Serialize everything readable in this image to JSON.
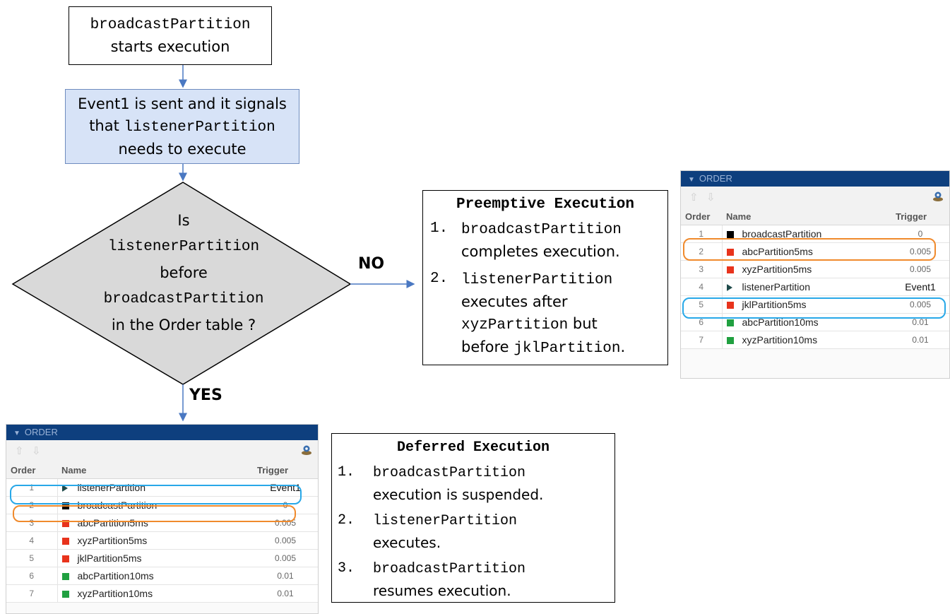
{
  "flowchart": {
    "start_box": {
      "line1": "broadcastPartition",
      "line2": "starts execution"
    },
    "event_box": {
      "line1": "Event1 is sent and it signals",
      "line2_prefix": "that ",
      "line2_code": "listenerPartition",
      "line3": "needs to execute"
    },
    "decision": {
      "line1": "Is",
      "line2": "listenerPartition",
      "line3": "before",
      "line4": "broadcastPartition",
      "line5": "in the Order table ?"
    },
    "no_label": "NO",
    "yes_label": "YES"
  },
  "preemptive": {
    "title": "Preemptive Execution",
    "items": [
      {
        "num": "1.",
        "code": "broadcastPartition",
        "text": "completes execution."
      },
      {
        "num": "2.",
        "code": "listenerPartition",
        "text_a": "executes after",
        "code_b": "xyzPartition",
        "text_b": " but",
        "text_c": "before ",
        "code_c": "jklPartition",
        "text_d": "."
      }
    ]
  },
  "deferred": {
    "title": "Deferred Execution",
    "items": [
      {
        "num": "1.",
        "code": "broadcastPartition",
        "text": "execution is suspended."
      },
      {
        "num": "2.",
        "code": "listenerPartition",
        "text": "executes."
      },
      {
        "num": "3.",
        "code": "broadcastPartition",
        "text": "resumes execution."
      }
    ]
  },
  "order_table_right": {
    "header": "ORDER",
    "columns": [
      "Order",
      "Name",
      "Trigger"
    ],
    "rows": [
      {
        "order": "1",
        "name": "broadcastPartition",
        "trigger": "0",
        "icon": "black-square-icon"
      },
      {
        "order": "2",
        "name": "abcPartition5ms",
        "trigger": "0.005",
        "icon": "red-square-icon"
      },
      {
        "order": "3",
        "name": "xyzPartition5ms",
        "trigger": "0.005",
        "icon": "red-square-icon"
      },
      {
        "order": "4",
        "name": "listenerPartition",
        "trigger": "Event1",
        "icon": "play-icon"
      },
      {
        "order": "5",
        "name": "jklPartition5ms",
        "trigger": "0.005",
        "icon": "red-square-icon"
      },
      {
        "order": "6",
        "name": "abcPartition10ms",
        "trigger": "0.01",
        "icon": "green-square-icon"
      },
      {
        "order": "7",
        "name": "xyzPartition10ms",
        "trigger": "0.01",
        "icon": "green-square-icon"
      }
    ]
  },
  "order_table_bottom": {
    "header": "ORDER",
    "columns": [
      "Order",
      "Name",
      "Trigger"
    ],
    "rows": [
      {
        "order": "1",
        "name": "listenerPartition",
        "trigger": "Event1",
        "icon": "play-icon"
      },
      {
        "order": "2",
        "name": "broadcastPartition",
        "trigger": "0",
        "icon": "black-square-icon"
      },
      {
        "order": "3",
        "name": "abcPartition5ms",
        "trigger": "0.005",
        "icon": "red-square-icon"
      },
      {
        "order": "4",
        "name": "xyzPartition5ms",
        "trigger": "0.005",
        "icon": "red-square-icon"
      },
      {
        "order": "5",
        "name": "jklPartition5ms",
        "trigger": "0.005",
        "icon": "red-square-icon"
      },
      {
        "order": "6",
        "name": "abcPartition10ms",
        "trigger": "0.01",
        "icon": "green-square-icon"
      },
      {
        "order": "7",
        "name": "xyzPartition10ms",
        "trigger": "0.01",
        "icon": "green-square-icon"
      }
    ]
  },
  "colors": {
    "event_fill": "#d7e3f7",
    "decision_fill": "#d9d9d9",
    "connector": "#4a78c2",
    "order_header": "#0e3f7e",
    "highlight_orange": "#f08a2c",
    "highlight_blue": "#28a8e8",
    "icon_red": "#e8331c",
    "icon_green": "#20a040",
    "icon_black": "#000000"
  }
}
